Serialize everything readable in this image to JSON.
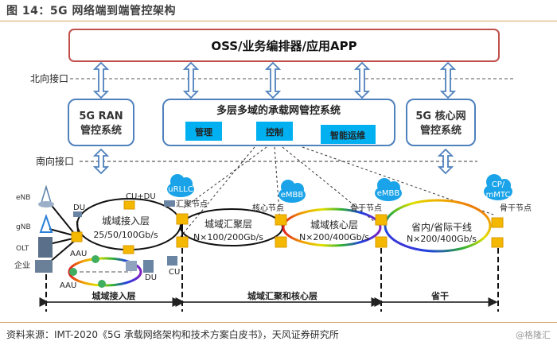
{
  "figure": {
    "title": "图 14：5G 网络端到端管控架构",
    "source": "资料来源：IMT-2020《5G 承载网络架构和技术方案白皮书》，天风证券研究所",
    "watermark": "@格隆汇"
  },
  "top_box": {
    "label": "OSS/业务编排器/应用APP"
  },
  "interfaces": {
    "north": "北向接口",
    "south": "南向接口"
  },
  "systems": {
    "ran": {
      "line1": "5G RAN",
      "line2": "管控系统"
    },
    "transport": {
      "title": "多层多域的承载网管控系统",
      "modules": [
        "管理",
        "控制",
        "智能运维"
      ]
    },
    "core": {
      "line1": "5G 核心网",
      "line2": "管控系统"
    }
  },
  "clouds": [
    "uRLLC",
    "eMBB",
    "eMBB",
    "CP/",
    "mMTC"
  ],
  "devices": {
    "left": [
      "eNB",
      "gNB",
      "OLT",
      "企业"
    ],
    "du_top": "DU",
    "cu_du": "CU+DU",
    "aau1": "AAU",
    "aau2": "AAU",
    "du_bottom": "DU",
    "cu": "CU"
  },
  "nodes": {
    "aggregation": "汇聚节点",
    "core": "核心节点",
    "backbone1": "骨干节点",
    "backbone2": "骨干节点"
  },
  "rings": {
    "access": {
      "name": "城域接入层",
      "rate": "25/50/100Gb/s"
    },
    "aggregation": {
      "name": "城域汇聚层",
      "rate": "N×100/200Gb/s"
    },
    "core": {
      "name": "城域核心层",
      "rate": "N×200/400Gb/s"
    },
    "backbone": {
      "name": "省内/省际干线",
      "rate": "N×200/400Gb/s"
    }
  },
  "bottom_layers": [
    "城域接入层",
    "城域汇聚和核心层",
    "省干"
  ],
  "colors": {
    "top_border": "#c0504d",
    "box_border": "#4f81bd",
    "module_fill": "#00b0f0",
    "cloud": "#1aa3e8",
    "node": "#f5b800",
    "arrow": "#4f81bd"
  }
}
